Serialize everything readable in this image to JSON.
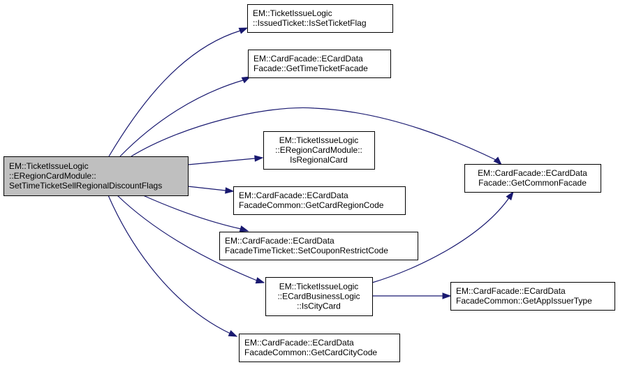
{
  "diagram": {
    "type": "call-graph",
    "edge_color": "#191970",
    "root_fill": "#bfbfbf",
    "nodes": [
      {
        "id": "root",
        "lines": [
          "EM::TicketIssueLogic",
          "::ERegionCardModule::",
          "SetTimeTicketSellRegionalDiscountFlags"
        ],
        "root": true
      },
      {
        "id": "isSetTicketFlag",
        "lines": [
          "EM::TicketIssueLogic",
          "::IssuedTicket::IsSetTicketFlag"
        ]
      },
      {
        "id": "getTimeTicketFacade",
        "lines": [
          "EM::CardFacade::ECardData",
          "Facade::GetTimeTicketFacade"
        ]
      },
      {
        "id": "isRegionalCard",
        "lines": [
          "EM::TicketIssueLogic",
          "::ERegionCardModule::",
          "IsRegionalCard"
        ]
      },
      {
        "id": "getCardRegionCode",
        "lines": [
          "EM::CardFacade::ECardData",
          "FacadeCommon::GetCardRegionCode"
        ]
      },
      {
        "id": "setCouponRestrictCode",
        "lines": [
          "EM::CardFacade::ECardData",
          "FacadeTimeTicket::SetCouponRestrictCode"
        ]
      },
      {
        "id": "isCityCard",
        "lines": [
          "EM::TicketIssueLogic",
          "::ECardBusinessLogic",
          "::IsCityCard"
        ]
      },
      {
        "id": "getCardCityCode",
        "lines": [
          "EM::CardFacade::ECardData",
          "FacadeCommon::GetCardCityCode"
        ]
      },
      {
        "id": "getCommonFacade",
        "lines": [
          "EM::CardFacade::ECardData",
          "Facade::GetCommonFacade"
        ]
      },
      {
        "id": "getAppIssuerType",
        "lines": [
          "EM::CardFacade::ECardData",
          "FacadeCommon::GetAppIssuerType"
        ]
      }
    ],
    "edges": [
      {
        "from": "root",
        "to": "isSetTicketFlag"
      },
      {
        "from": "root",
        "to": "getTimeTicketFacade"
      },
      {
        "from": "root",
        "to": "getCommonFacade"
      },
      {
        "from": "root",
        "to": "isRegionalCard"
      },
      {
        "from": "root",
        "to": "getCardRegionCode"
      },
      {
        "from": "root",
        "to": "setCouponRestrictCode"
      },
      {
        "from": "root",
        "to": "isCityCard"
      },
      {
        "from": "root",
        "to": "getCardCityCode"
      },
      {
        "from": "isCityCard",
        "to": "getCommonFacade"
      },
      {
        "from": "isCityCard",
        "to": "getAppIssuerType"
      }
    ]
  }
}
